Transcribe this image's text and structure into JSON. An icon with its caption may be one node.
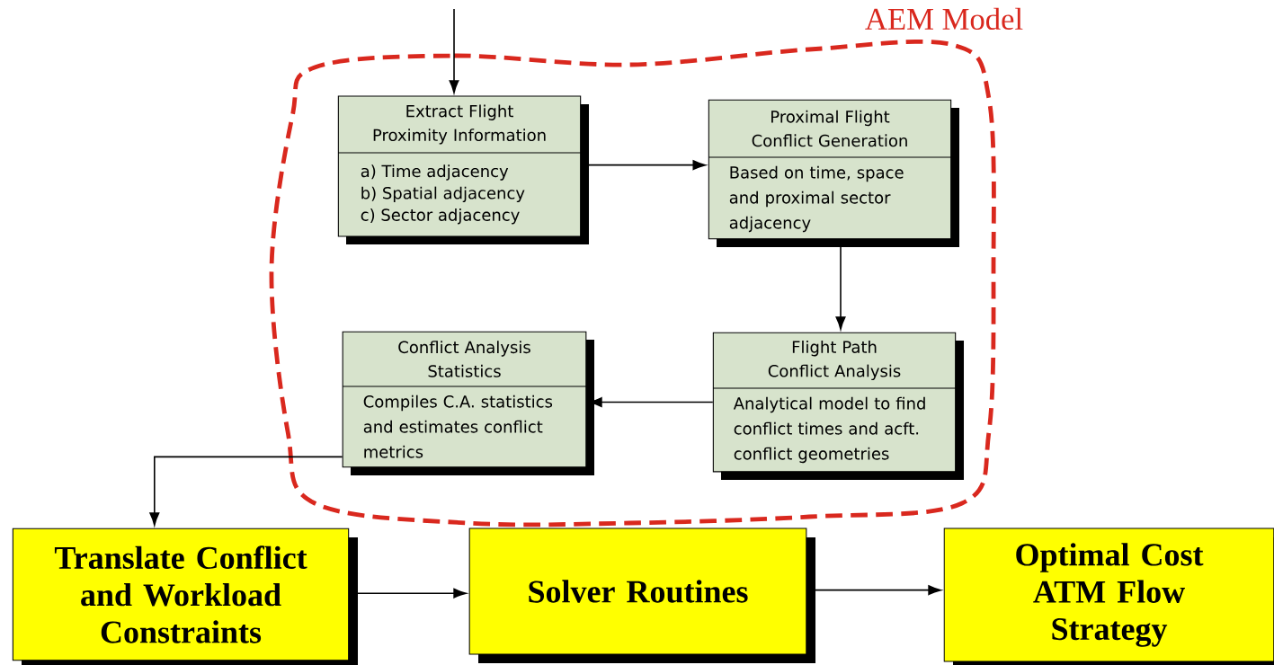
{
  "diagram": {
    "nodes": [
      {
        "text": [
          "AEM Model"
        ]
      },
      {
        "text": [
          "Extract Flight Proximity Information",
          "a) Time adjacency",
          "b) Spatial adjacency",
          "c) Sector adjacency"
        ],
        "in": 0
      },
      {
        "text": [
          "Proximal Flight Conflict Generation",
          "Based on time, space and proximal sector adjacency"
        ],
        "in": 0
      },
      {
        "text": [
          "Conflict Analysis Statistics",
          "Compiles C.A. statistics and estimates conflict metrics"
        ],
        "in": 0
      },
      {
        "text": [
          "Flight Path Conflict Analysis",
          "Analytical model to find conflict times and acft. conflict geometries"
        ],
        "in": 0
      },
      {
        "text": [
          "Translate Conflict and Workload Constraints"
        ]
      },
      {
        "text": [
          "Solver Routines"
        ]
      },
      {
        "text": [
          "Optimal Cost ATM Flow Strategy"
        ]
      }
    ],
    "edges": [
      {
        "from": null,
        "to": 1,
        "arrow": "to"
      },
      {
        "from": 1,
        "to": 2,
        "arrow": "to"
      },
      {
        "from": 2,
        "to": 4,
        "arrow": "to"
      },
      {
        "from": 4,
        "to": 3,
        "arrow": "to"
      },
      {
        "from": 3,
        "to": 5,
        "arrow": "to"
      },
      {
        "from": 5,
        "to": 6,
        "arrow": "to"
      },
      {
        "from": 6,
        "to": 7,
        "arrow": "to"
      }
    ]
  }
}
